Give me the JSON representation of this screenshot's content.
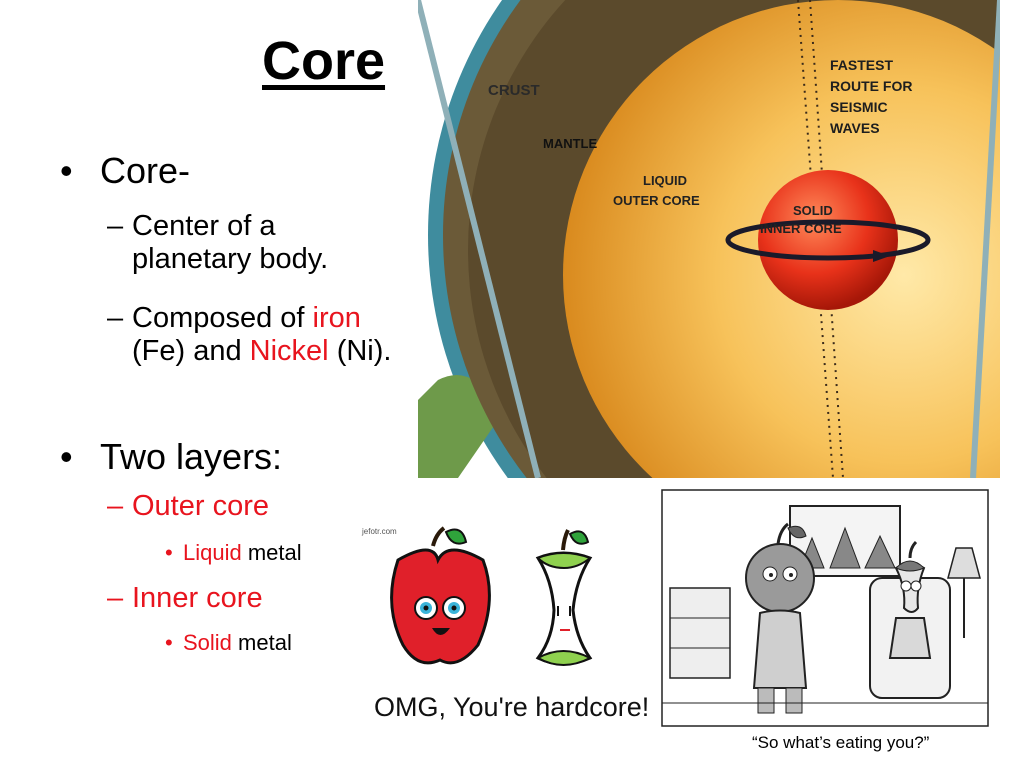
{
  "slide": {
    "title": "Core",
    "bullets": {
      "b1": "Core-",
      "b1_sub1": "Center of a planetary body.",
      "b1_sub2_pre": "Composed of ",
      "b1_sub2_iron": "iron",
      "b1_sub2_mid": " (Fe) and ",
      "b1_sub2_nickel": "Nickel",
      "b1_sub2_post": " (Ni).",
      "b2": "Two layers:",
      "b2_sub1": "Outer core",
      "b2_sub1_item_red": "Liquid",
      "b2_sub1_item_rest": " metal",
      "b2_sub2": "Inner core",
      "b2_sub2_item_red": "Solid",
      "b2_sub2_item_rest": " metal"
    }
  },
  "earth_diagram": {
    "labels": {
      "crust": "CRUST",
      "mantle": "MANTLE",
      "outer_core_1": "LIQUID",
      "outer_core_2": "OUTER CORE",
      "inner_core_1": "SOLID",
      "inner_core_2": "INNER CORE",
      "seismic_1": "FASTEST",
      "seismic_2": "ROUTE FOR",
      "seismic_3": "SEISMIC",
      "seismic_4": "WAVES"
    }
  },
  "apple_cartoon": {
    "signature": "jefotr.com",
    "caption": "OMG, You're hardcore!"
  },
  "apple_comic": {
    "caption": "“So what’s eating you?”"
  },
  "colors": {
    "red_text": "#e8141e",
    "crust": "#5b4a2c",
    "mantle_outer": "#f5c15a",
    "inner_core": "#e8321a"
  }
}
